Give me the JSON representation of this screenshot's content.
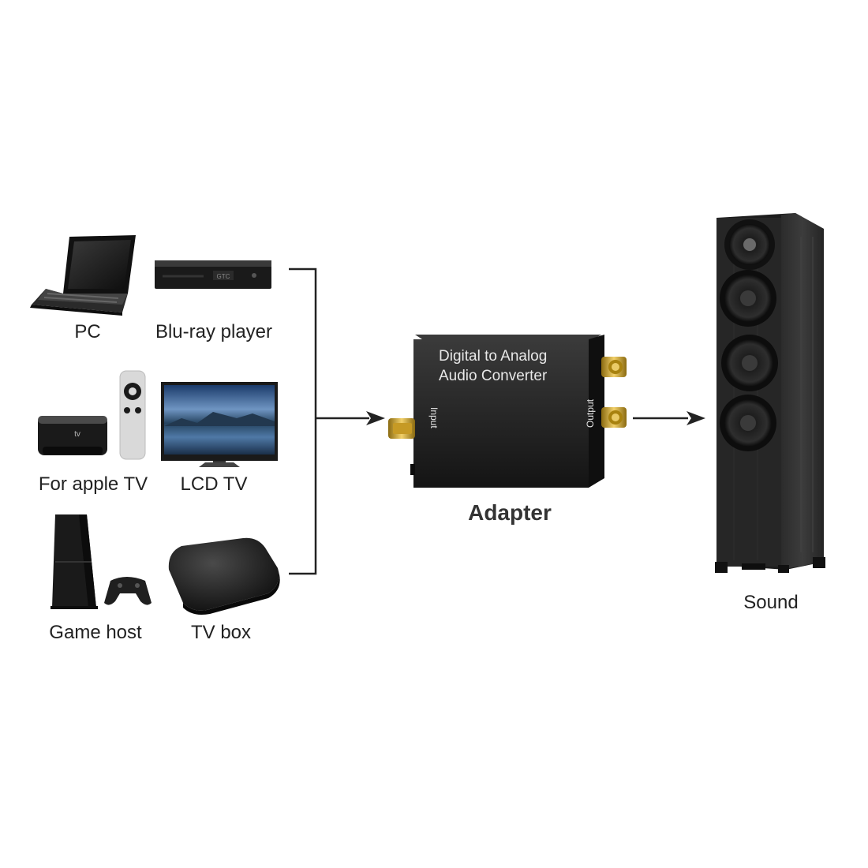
{
  "sources": [
    {
      "label": "PC",
      "icon": "laptop-icon"
    },
    {
      "label": "Blu-ray player",
      "icon": "bluray-player-icon"
    },
    {
      "label": "For apple TV",
      "icon": "apple-tv-icon"
    },
    {
      "label": "LCD TV",
      "icon": "lcd-tv-icon"
    },
    {
      "label": "Game host",
      "icon": "game-console-icon"
    },
    {
      "label": "TV box",
      "icon": "tv-box-icon"
    }
  ],
  "adapter": {
    "title": "Adapter",
    "line1": "Digital  to Analog",
    "line2": "Audio Converter",
    "input_label": "Input",
    "output_label": "Output"
  },
  "speaker": {
    "label": "Sound",
    "icon": "tower-speaker-icon"
  },
  "device_marks": {
    "apple_tv": "tv",
    "bluray_display": "GTC"
  },
  "colors": {
    "device_black": "#1a1a1a",
    "connector_gold": "#d4a520",
    "line": "#222222"
  }
}
